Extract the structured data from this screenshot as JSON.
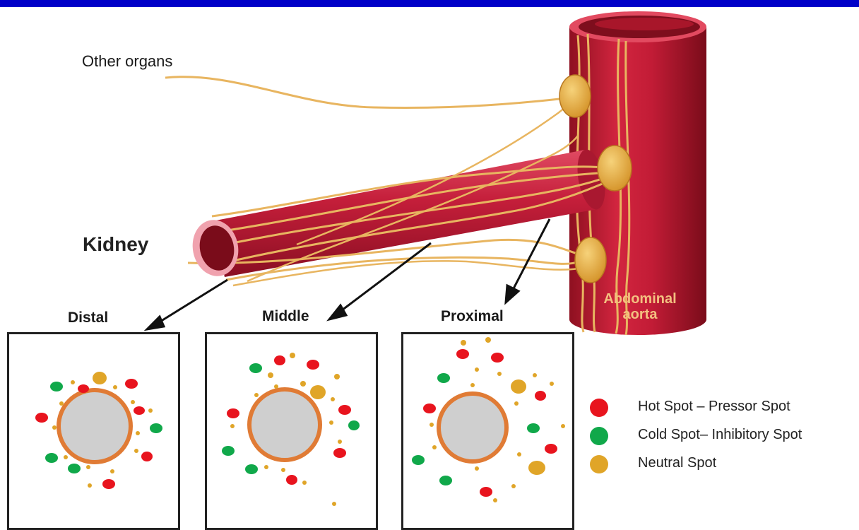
{
  "labels": {
    "other_organs": "Other organs",
    "kidney": "Kidney",
    "distal": "Distal",
    "middle": "Middle",
    "proximal": "Proximal",
    "aorta_line1": "Abdominal",
    "aorta_line2": "aorta"
  },
  "legend": [
    {
      "label": "Hot Spot – Pressor Spot",
      "color": "#e8141e",
      "icon": "red-dot"
    },
    {
      "label": "Cold Spot– Inhibitory Spot",
      "color": "#10a84a",
      "icon": "green-dot"
    },
    {
      "label": "Neutral Spot",
      "color": "#e0a528",
      "icon": "orange-dot"
    }
  ],
  "colors": {
    "vessel": "#c41e3a",
    "vessel_dark": "#8a0f22",
    "nerve": "#e8b560",
    "ganglion": "#e8a73a",
    "artery_ring": "#e07b35",
    "lumen": "#cfcfcf",
    "top_bar": "#0000c8"
  }
}
